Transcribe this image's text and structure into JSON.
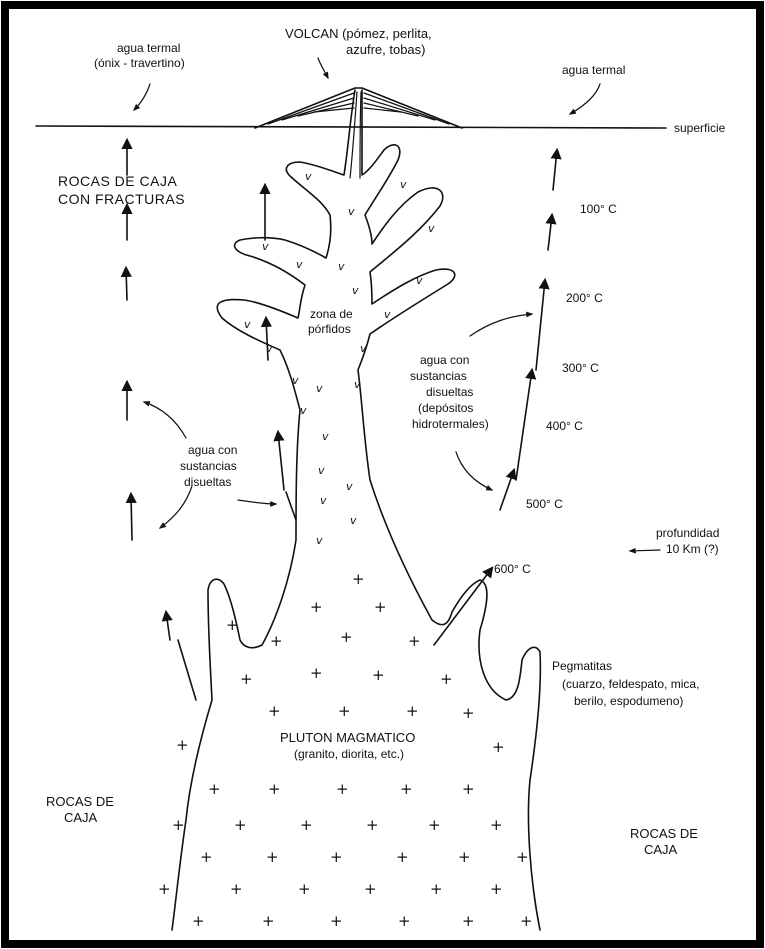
{
  "labels": {
    "volcan_line1": "VOLCAN (pómez, perlita,",
    "volcan_line2": "azufre, tobas)",
    "agua_termal_left_1": "agua termal",
    "agua_termal_left_2": "(ónix - travertino)",
    "agua_termal_right": "agua termal",
    "superficie": "superficie",
    "rocas_fracturas_1": "ROCAS DE CAJA",
    "rocas_fracturas_2": "CON FRACTURAS",
    "zona_porfidos_1": "zona de",
    "zona_porfidos_2": "pórfidos",
    "agua_right_1": "agua con",
    "agua_right_2": "sustancias",
    "agua_right_3": "disueltas",
    "agua_right_4": "(depósitos",
    "agua_right_5": "hidrotermales)",
    "agua_left_1": "agua con",
    "agua_left_2": "sustancias",
    "agua_left_3": "disueltas",
    "profundidad_1": "profundidad",
    "profundidad_2": "10 Km (?)",
    "pegmatitas_1": "Pegmatitas",
    "pegmatitas_2": "(cuarzo, feldespato, mica,",
    "pegmatitas_3": "berilo, espodumeno)",
    "pluton_1": "PLUTON MAGMATICO",
    "pluton_2": "(granito, diorita, etc.)",
    "rocas_left_1": "ROCAS DE",
    "rocas_left_2": "CAJA",
    "rocas_right_1": "ROCAS DE",
    "rocas_right_2": "CAJA"
  },
  "temperatures": [
    "100° C",
    "200° C",
    "300° C",
    "400° C",
    "500° C",
    "600° C"
  ],
  "marks": {
    "plus": "+",
    "check": "v"
  }
}
